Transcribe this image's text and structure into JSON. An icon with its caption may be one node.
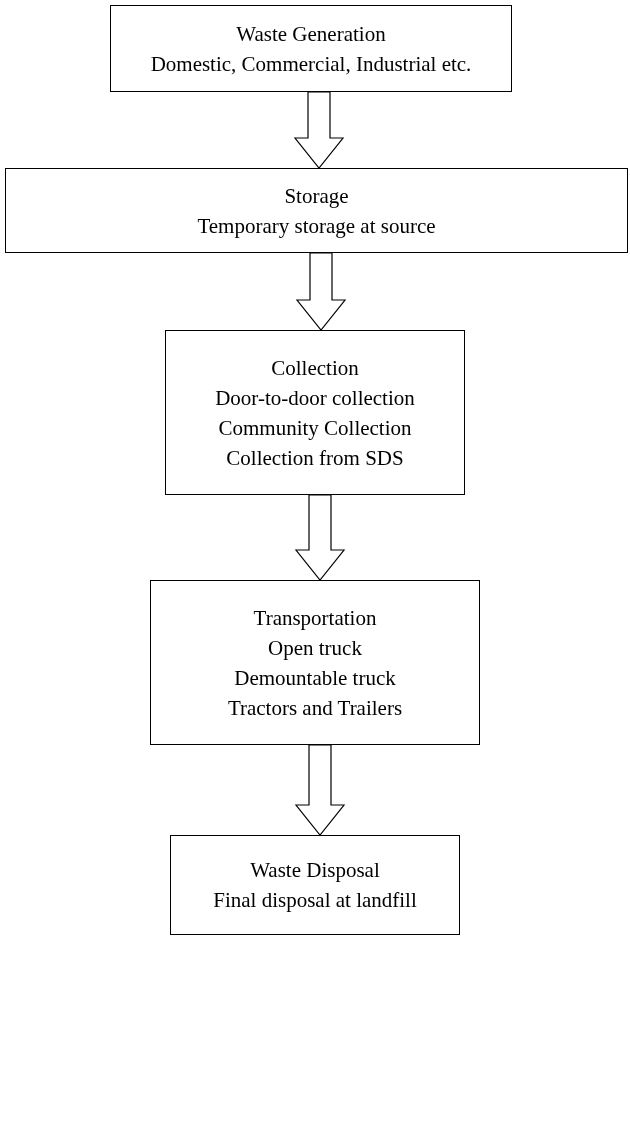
{
  "diagram": {
    "nodes": [
      {
        "text": [
          "Waste Generation",
          "Domestic, Commercial, Industrial etc."
        ]
      },
      {
        "text": [
          "Storage",
          "Temporary storage at source"
        ]
      },
      {
        "text": [
          "Collection",
          "Door-to-door collection",
          "Community Collection",
          "Collection from SDS"
        ]
      },
      {
        "text": [
          "Transportation",
          "Open truck",
          "Demountable truck",
          "Tractors and Trailers"
        ]
      },
      {
        "text": [
          "Waste Disposal",
          "Final disposal at landfill"
        ]
      }
    ],
    "edges": [
      {
        "from": 0,
        "to": 1,
        "arrow": "to"
      },
      {
        "from": 1,
        "to": 2,
        "arrow": "to"
      },
      {
        "from": 2,
        "to": 3,
        "arrow": "to"
      },
      {
        "from": 3,
        "to": 4,
        "arrow": "to"
      }
    ]
  }
}
